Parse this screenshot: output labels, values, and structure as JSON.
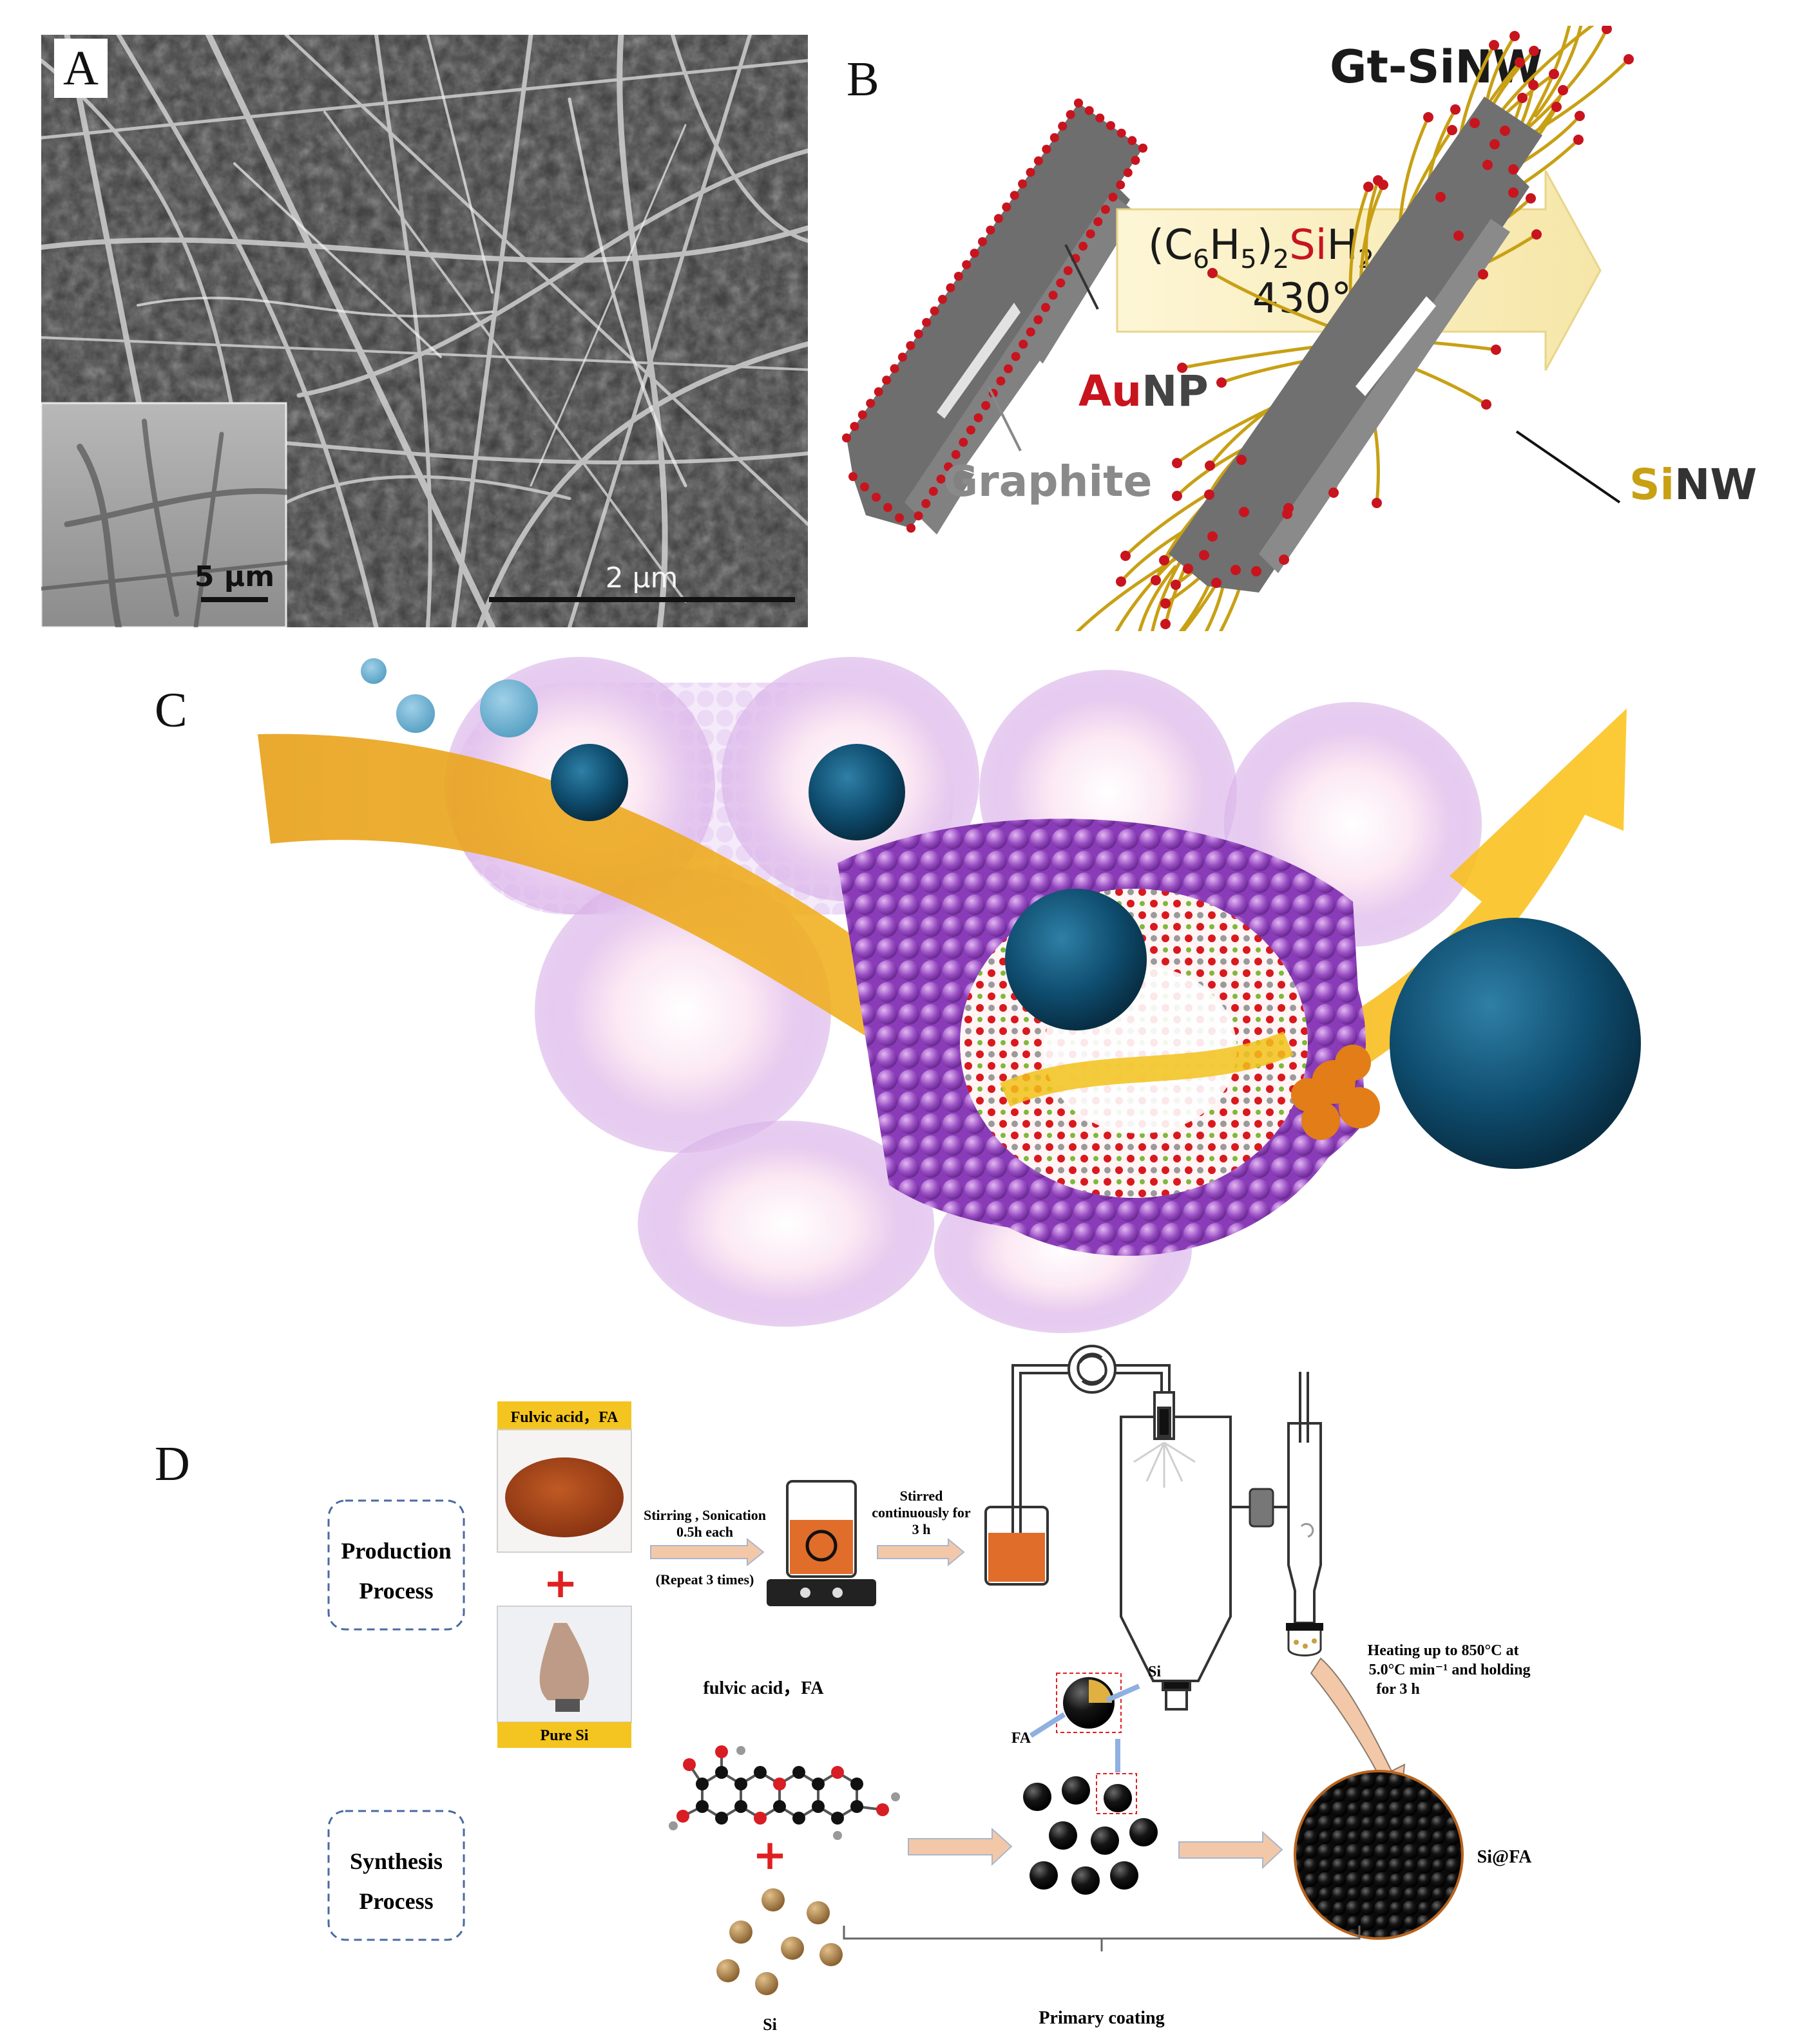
{
  "panels": {
    "a": {
      "label": "A",
      "inset_scale": "5 μm",
      "main_scale": "2 μm"
    },
    "b": {
      "label": "B",
      "title": "Gt-SiNW",
      "reagent": {
        "c": "(C",
        "sub6": "6",
        "h": "H",
        "sub5": "5",
        "close": ")",
        "sub2a": "2",
        "si": "Si",
        "h2": "H",
        "sub2b": "2"
      },
      "temperature": "430°C",
      "aunp": {
        "au": "Au",
        "np": "NP"
      },
      "graphite": "Graphite",
      "sinw": {
        "si": "Si",
        "nw": "NW"
      }
    },
    "c": {
      "label": "C"
    },
    "d": {
      "label": "D",
      "production_process": [
        "Production",
        "Process"
      ],
      "synthesis_process": [
        "Synthesis",
        "Process"
      ],
      "fa_photo_label": "Fulvic acid，FA",
      "si_photo_label": "Pure Si",
      "step1": [
        "Stirring , Sonication",
        "0.5h each",
        "(Repeat 3 times)"
      ],
      "step2": [
        "Stirred",
        "continuously for",
        "3 h"
      ],
      "heating": [
        "Heating up to 850°C at",
        "5.0°C min⁻¹ and holding",
        "for 3 h"
      ],
      "fa_molecule_label": "fulvic acid，FA",
      "si_label": "Si",
      "core_si_label": "Si",
      "shell_fa_label": "FA",
      "product_label": "Si@FA",
      "primary_coating": "Primary coating"
    }
  },
  "colors": {
    "au_red": "#c8141e",
    "graphite_gray": "#6e6e6e",
    "sinw_gold": "#c8a014",
    "arrow_yellow": "#f2a31a",
    "tube_purple": "#9a4fc4",
    "molecule_blue": "#0f4e70",
    "fa_brown": "#a5471c",
    "si_bead": "#a9834c",
    "flow_arrow": "#f3c8a8"
  }
}
